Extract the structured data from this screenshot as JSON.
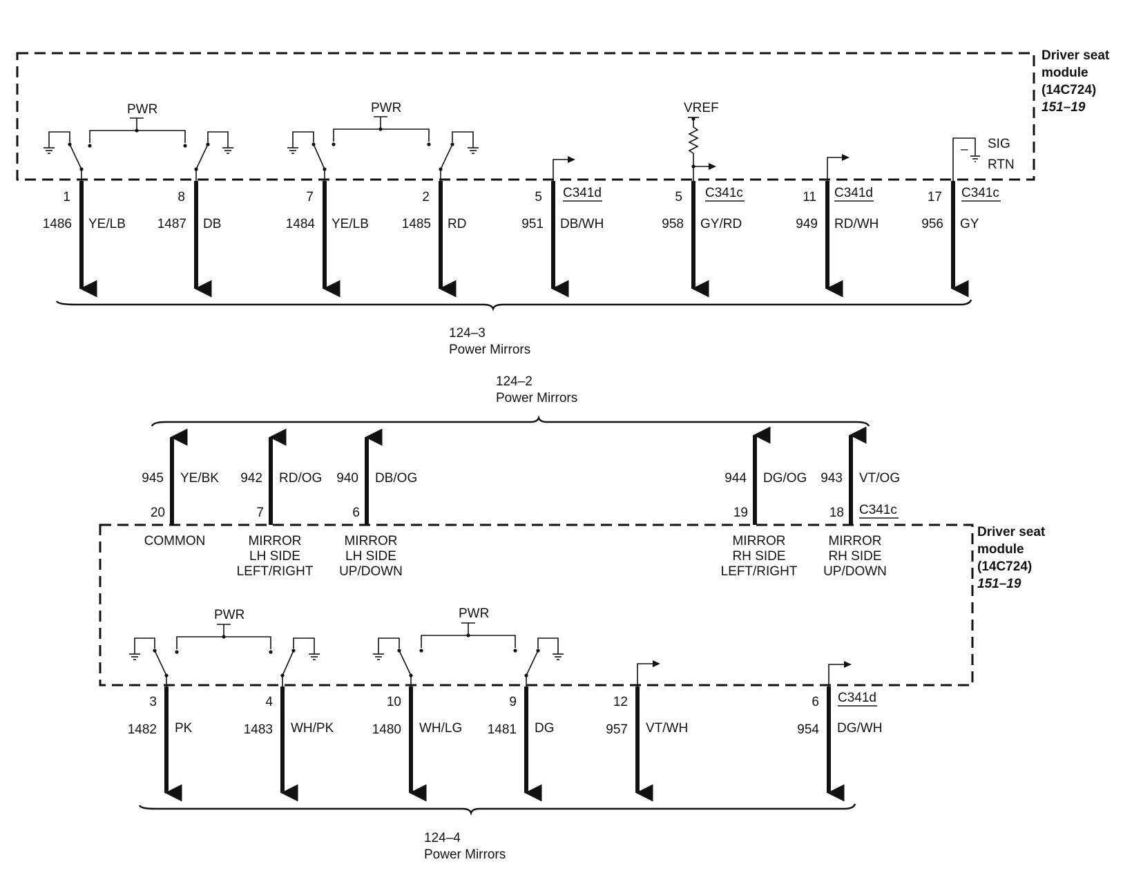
{
  "top": {
    "module": {
      "line1": "Driver seat",
      "line2": "module",
      "line3": "(14C724)",
      "ref": "151–19"
    },
    "pwr_label": "PWR",
    "vref_label": "VREF",
    "sig_label": "SIG",
    "rtn_label": "RTN",
    "sig_minus": "–",
    "connectors": {
      "c1": "C341d",
      "c2": "C341c",
      "c3": "C341d",
      "c4": "C341c"
    },
    "wires": [
      {
        "pin": "1",
        "circuit": "1486",
        "color": "YE/LB"
      },
      {
        "pin": "8",
        "circuit": "1487",
        "color": "DB"
      },
      {
        "pin": "7",
        "circuit": "1484",
        "color": "YE/LB"
      },
      {
        "pin": "2",
        "circuit": "1485",
        "color": "RD"
      },
      {
        "pin": "5",
        "circuit": "951",
        "color": "DB/WH"
      },
      {
        "pin": "5",
        "circuit": "958",
        "color": "GY/RD"
      },
      {
        "pin": "11",
        "circuit": "949",
        "color": "RD/WH"
      },
      {
        "pin": "17",
        "circuit": "956",
        "color": "GY"
      }
    ],
    "dest": {
      "page": "124–3",
      "name": "Power Mirrors"
    }
  },
  "middle_dest": {
    "page": "124–2",
    "name": "Power Mirrors"
  },
  "bottom": {
    "module": {
      "line1": "Driver seat",
      "line2": "module",
      "line3": "(14C724)",
      "ref": "151–19"
    },
    "pwr_label": "PWR",
    "up_connector": "C341c",
    "up_wires": [
      {
        "pin": "20",
        "circuit": "945",
        "color": "YE/BK",
        "label1": "COMMON"
      },
      {
        "pin": "7",
        "circuit": "942",
        "color": "RD/OG",
        "label1": "MIRROR",
        "label2": "LH SIDE",
        "label3": "LEFT/RIGHT"
      },
      {
        "pin": "6",
        "circuit": "940",
        "color": "DB/OG",
        "label1": "MIRROR",
        "label2": "LH SIDE",
        "label3": "UP/DOWN"
      },
      {
        "pin": "19",
        "circuit": "944",
        "color": "DG/OG",
        "label1": "MIRROR",
        "label2": "RH SIDE",
        "label3": "LEFT/RIGHT"
      },
      {
        "pin": "18",
        "circuit": "943",
        "color": "VT/OG",
        "label1": "MIRROR",
        "label2": "RH SIDE",
        "label3": "UP/DOWN"
      }
    ],
    "down_connector": "C341d",
    "down_wires": [
      {
        "pin": "3",
        "circuit": "1482",
        "color": "PK"
      },
      {
        "pin": "4",
        "circuit": "1483",
        "color": "WH/PK"
      },
      {
        "pin": "10",
        "circuit": "1480",
        "color": "WH/LG"
      },
      {
        "pin": "9",
        "circuit": "1481",
        "color": "DG"
      },
      {
        "pin": "12",
        "circuit": "957",
        "color": "VT/WH"
      },
      {
        "pin": "6",
        "circuit": "954",
        "color": "DG/WH"
      }
    ],
    "dest": {
      "page": "124–4",
      "name": "Power Mirrors"
    }
  }
}
